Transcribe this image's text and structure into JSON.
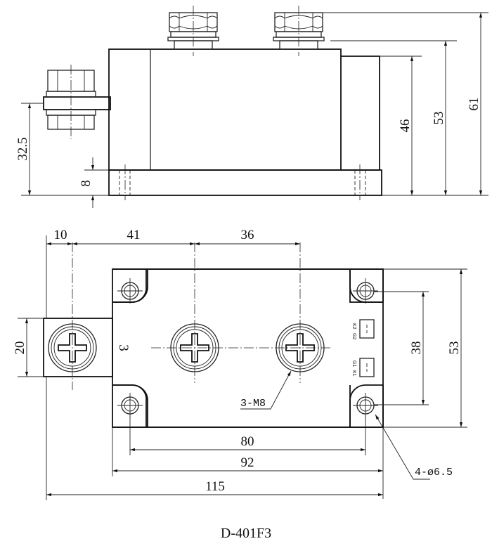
{
  "side_view": {
    "dims": {
      "height_total": "61",
      "height_mid": "53",
      "height_body": "46",
      "terminal_height": "32.5",
      "base_thickness": "8"
    }
  },
  "top_view": {
    "dims": {
      "offset_left": "10",
      "pitch_1": "41",
      "pitch_2": "36",
      "terminal_width": "20",
      "control_span": "38",
      "body_height": "53",
      "hole_pitch": "80",
      "base_width": "92",
      "overall_length": "115"
    },
    "labels": {
      "terminal_number": "3",
      "screw_callout": "3-M8",
      "hole_callout": "4-ø6.5",
      "pin_k2": "K2",
      "pin_g2": "G2",
      "pin_g1": "G1",
      "pin_k1": "K1"
    }
  },
  "caption": "D-401F3"
}
